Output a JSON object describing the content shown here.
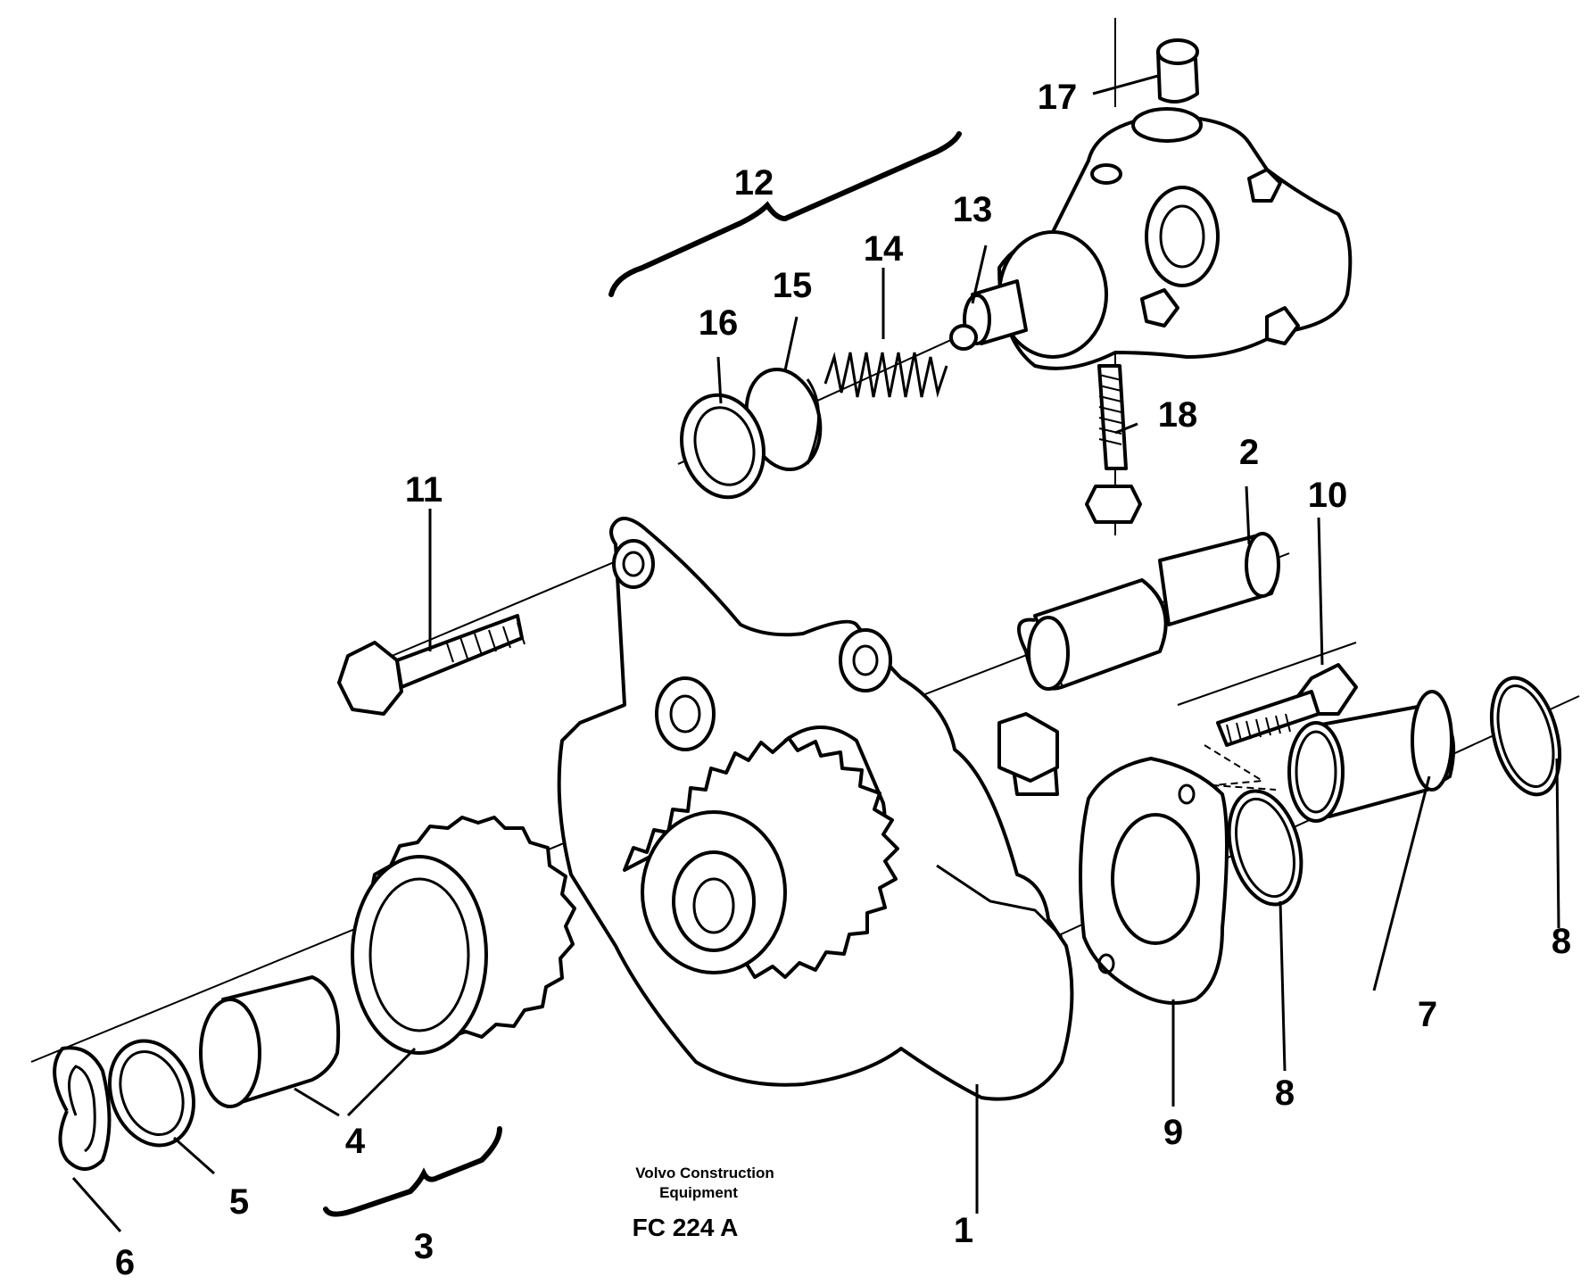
{
  "callouts": [
    {
      "id": "1",
      "text": "1"
    },
    {
      "id": "2",
      "text": "2"
    },
    {
      "id": "3",
      "text": "3"
    },
    {
      "id": "4",
      "text": "4"
    },
    {
      "id": "5",
      "text": "5"
    },
    {
      "id": "6",
      "text": "6"
    },
    {
      "id": "7",
      "text": "7"
    },
    {
      "id": "8a",
      "text": "8"
    },
    {
      "id": "8b",
      "text": "8"
    },
    {
      "id": "9",
      "text": "9"
    },
    {
      "id": "10",
      "text": "10"
    },
    {
      "id": "11",
      "text": "11"
    },
    {
      "id": "12",
      "text": "12"
    },
    {
      "id": "13",
      "text": "13"
    },
    {
      "id": "14",
      "text": "14"
    },
    {
      "id": "15",
      "text": "15"
    },
    {
      "id": "16",
      "text": "16"
    },
    {
      "id": "17",
      "text": "17"
    },
    {
      "id": "18",
      "text": "18"
    }
  ],
  "caption": {
    "line1": "Volvo Construction",
    "line2": "Equipment",
    "code": "FC 224 A"
  }
}
